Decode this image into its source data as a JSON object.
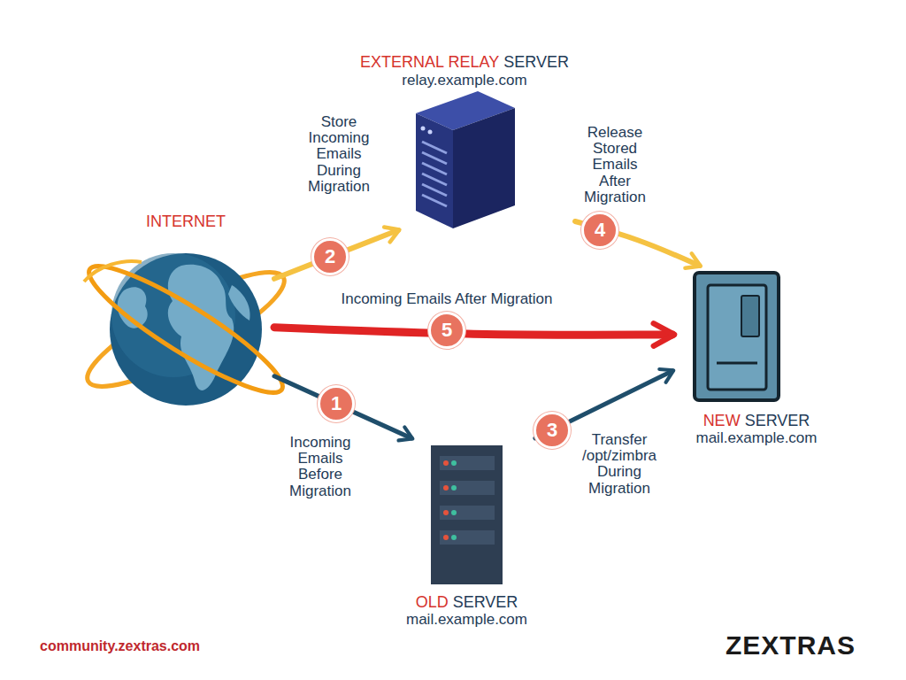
{
  "diagram": {
    "nodes": [
      {
        "text": [
          "EXTERNAL RELAY",
          "SERVER",
          "relay.example.com"
        ]
      },
      {
        "text": [
          "INTERNET"
        ]
      },
      {
        "text": [
          "NEW",
          "SERVER",
          "mail.example.com"
        ]
      },
      {
        "text": [
          "OLD",
          "SERVER",
          "mail.example.com"
        ]
      }
    ],
    "edges": [
      {
        "from": 1,
        "to": 3,
        "arrow": "to",
        "label": "Incoming Emails Before Migration"
      },
      {
        "from": 1,
        "to": 0,
        "arrow": "to",
        "label": "Store Incoming Emails During Migration"
      },
      {
        "from": 3,
        "to": 2,
        "arrow": "to",
        "label": "Transfer /opt/zimbra During Migration"
      },
      {
        "from": 0,
        "to": 2,
        "arrow": "to",
        "label": "Release Stored Emails After Migration"
      },
      {
        "from": 1,
        "to": 2,
        "arrow": "to",
        "label": "Incoming Emails After Migration"
      }
    ],
    "labels": [
      "1",
      "2",
      "3",
      "4",
      "5",
      "community.zextras.com",
      "ZEXTRAS"
    ]
  }
}
